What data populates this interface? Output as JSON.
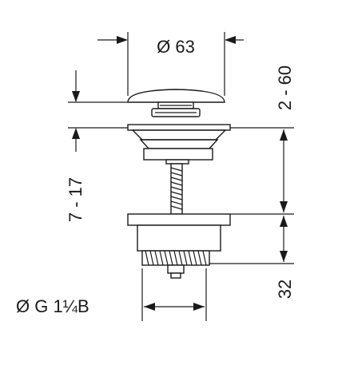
{
  "dimensions": {
    "top_diameter": "Ø 63",
    "stroke_range": "2 - 60",
    "gap_range": "7 - 17",
    "thread_height": "32",
    "thread_size": "Ø G 1¼B"
  }
}
